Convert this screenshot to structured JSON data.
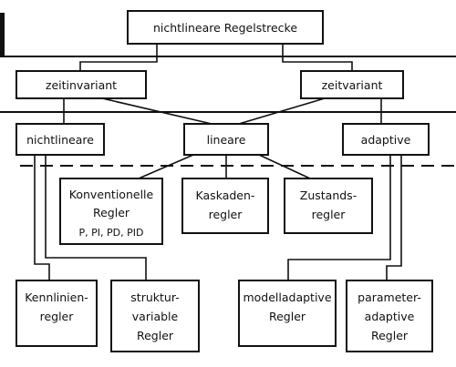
{
  "nodes": {
    "root": "nichtlineare  Regelstrecke",
    "zeitinvariant": "zeitinvariant",
    "zeitvariant": "zeitvariant",
    "nichtlineare": "nichtlineare",
    "lineare": "lineare",
    "adaptive": "adaptive",
    "konventionelle": [
      "Konventionelle",
      "Regler",
      "P, PI, PD, PID"
    ],
    "kaskaden": [
      "Kaskaden-",
      "regler"
    ],
    "zustands": [
      "Zustands-",
      "regler"
    ],
    "kennlinien": [
      "Kennlinien-",
      "regler"
    ],
    "struktur": [
      "struktur-",
      "variable",
      "Regler"
    ],
    "modelladaptive": [
      "modelladaptive",
      "Regler"
    ],
    "parameteradaptive": [
      "parameter-",
      "adaptive",
      "Regler"
    ]
  }
}
